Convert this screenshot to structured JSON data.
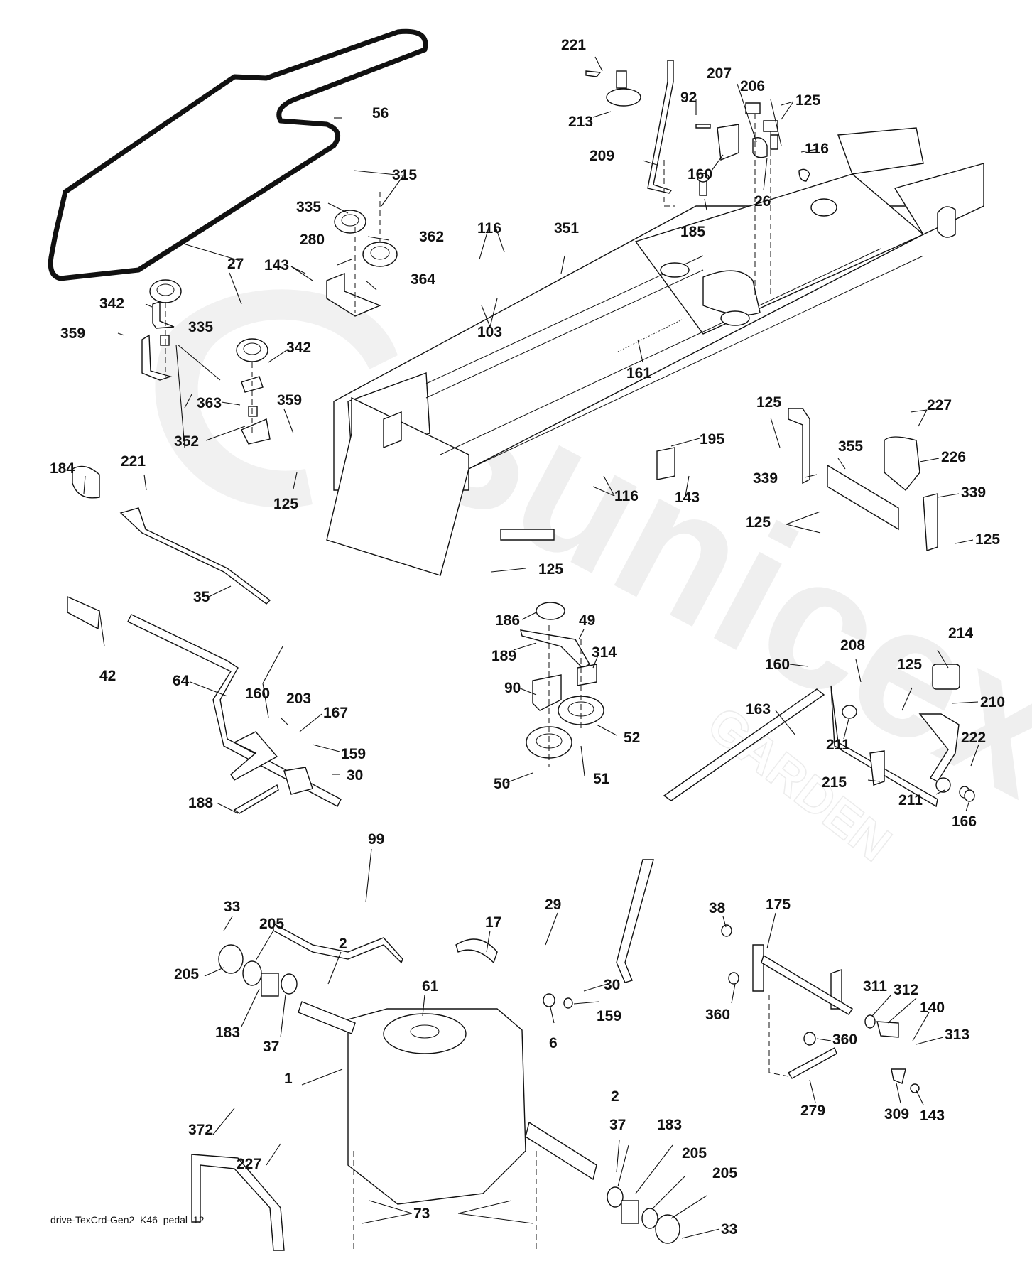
{
  "diagram": {
    "title": "drive-TexCrd-Gen2_K46_pedal_12",
    "watermark": {
      "brand": "Sunicex",
      "subtitle": "GARDEN"
    },
    "part_labels": [
      {
        "id": "56",
        "group": "belt"
      },
      {
        "id": "221",
        "group": "lift-lever"
      },
      {
        "id": "213",
        "group": "lift-lever"
      },
      {
        "id": "209",
        "group": "lift-lever"
      },
      {
        "id": "92",
        "group": "lift-lever"
      },
      {
        "id": "207",
        "group": "lift-lever"
      },
      {
        "id": "206",
        "group": "lift-lever"
      },
      {
        "id": "125",
        "group": "lift-lever"
      },
      {
        "id": "116",
        "group": "lift-lever"
      },
      {
        "id": "160",
        "group": "lift-lever"
      },
      {
        "id": "26",
        "group": "lift-lever"
      },
      {
        "id": "185",
        "group": "lift-lever"
      },
      {
        "id": "315",
        "group": "idler"
      },
      {
        "id": "335",
        "group": "idler"
      },
      {
        "id": "280",
        "group": "idler"
      },
      {
        "id": "362",
        "group": "idler"
      },
      {
        "id": "143",
        "group": "idler"
      },
      {
        "id": "364",
        "group": "idler"
      },
      {
        "id": "27",
        "group": "idler"
      },
      {
        "id": "342",
        "group": "idler"
      },
      {
        "id": "359",
        "group": "idler"
      },
      {
        "id": "363",
        "group": "idler"
      },
      {
        "id": "352",
        "group": "idler"
      },
      {
        "id": "116",
        "group": "frame"
      },
      {
        "id": "351",
        "group": "frame"
      },
      {
        "id": "103",
        "group": "frame"
      },
      {
        "id": "161",
        "group": "frame"
      },
      {
        "id": "195",
        "group": "frame"
      },
      {
        "id": "143",
        "group": "frame"
      },
      {
        "id": "116",
        "group": "frame"
      },
      {
        "id": "125",
        "group": "hitch"
      },
      {
        "id": "227",
        "group": "hitch"
      },
      {
        "id": "355",
        "group": "hitch"
      },
      {
        "id": "226",
        "group": "hitch"
      },
      {
        "id": "339",
        "group": "hitch"
      },
      {
        "id": "339",
        "group": "hitch"
      },
      {
        "id": "125",
        "group": "hitch"
      },
      {
        "id": "125",
        "group": "hitch"
      },
      {
        "id": "184",
        "group": "shift"
      },
      {
        "id": "221",
        "group": "shift"
      },
      {
        "id": "125",
        "group": "shift"
      },
      {
        "id": "35",
        "group": "shift"
      },
      {
        "id": "42",
        "group": "shift"
      },
      {
        "id": "64",
        "group": "shift"
      },
      {
        "id": "160",
        "group": "shift"
      },
      {
        "id": "203",
        "group": "shift"
      },
      {
        "id": "167",
        "group": "shift"
      },
      {
        "id": "159",
        "group": "shift"
      },
      {
        "id": "30",
        "group": "shift"
      },
      {
        "id": "188",
        "group": "shift"
      },
      {
        "id": "125",
        "group": "clutch"
      },
      {
        "id": "186",
        "group": "clutch"
      },
      {
        "id": "49",
        "group": "clutch"
      },
      {
        "id": "189",
        "group": "clutch"
      },
      {
        "id": "314",
        "group": "clutch"
      },
      {
        "id": "90",
        "group": "clutch"
      },
      {
        "id": "52",
        "group": "clutch"
      },
      {
        "id": "50",
        "group": "clutch"
      },
      {
        "id": "51",
        "group": "clutch"
      },
      {
        "id": "160",
        "group": "pedal"
      },
      {
        "id": "208",
        "group": "pedal"
      },
      {
        "id": "125",
        "group": "pedal"
      },
      {
        "id": "214",
        "group": "pedal"
      },
      {
        "id": "163",
        "group": "pedal"
      },
      {
        "id": "210",
        "group": "pedal"
      },
      {
        "id": "211",
        "group": "pedal"
      },
      {
        "id": "222",
        "group": "pedal"
      },
      {
        "id": "215",
        "group": "pedal"
      },
      {
        "id": "211",
        "group": "pedal"
      },
      {
        "id": "166",
        "group": "pedal"
      },
      {
        "id": "99",
        "group": "transaxle"
      },
      {
        "id": "33",
        "group": "transaxle"
      },
      {
        "id": "205",
        "group": "transaxle"
      },
      {
        "id": "205",
        "group": "transaxle"
      },
      {
        "id": "2",
        "group": "transaxle"
      },
      {
        "id": "17",
        "group": "transaxle"
      },
      {
        "id": "29",
        "group": "transaxle"
      },
      {
        "id": "61",
        "group": "transaxle"
      },
      {
        "id": "30",
        "group": "transaxle"
      },
      {
        "id": "159",
        "group": "transaxle"
      },
      {
        "id": "183",
        "group": "transaxle"
      },
      {
        "id": "37",
        "group": "transaxle"
      },
      {
        "id": "6",
        "group": "transaxle"
      },
      {
        "id": "1",
        "group": "transaxle"
      },
      {
        "id": "372",
        "group": "transaxle"
      },
      {
        "id": "227",
        "group": "transaxle"
      },
      {
        "id": "2",
        "group": "transaxle"
      },
      {
        "id": "37",
        "group": "transaxle"
      },
      {
        "id": "183",
        "group": "transaxle"
      },
      {
        "id": "205",
        "group": "transaxle"
      },
      {
        "id": "205",
        "group": "transaxle"
      },
      {
        "id": "73",
        "group": "transaxle"
      },
      {
        "id": "33",
        "group": "transaxle"
      },
      {
        "id": "38",
        "group": "bypass"
      },
      {
        "id": "175",
        "group": "bypass"
      },
      {
        "id": "360",
        "group": "bypass"
      },
      {
        "id": "311",
        "group": "bypass"
      },
      {
        "id": "312",
        "group": "bypass"
      },
      {
        "id": "140",
        "group": "bypass"
      },
      {
        "id": "313",
        "group": "bypass"
      },
      {
        "id": "360",
        "group": "bypass"
      },
      {
        "id": "279",
        "group": "bypass"
      },
      {
        "id": "309",
        "group": "bypass"
      },
      {
        "id": "143",
        "group": "bypass"
      }
    ]
  }
}
